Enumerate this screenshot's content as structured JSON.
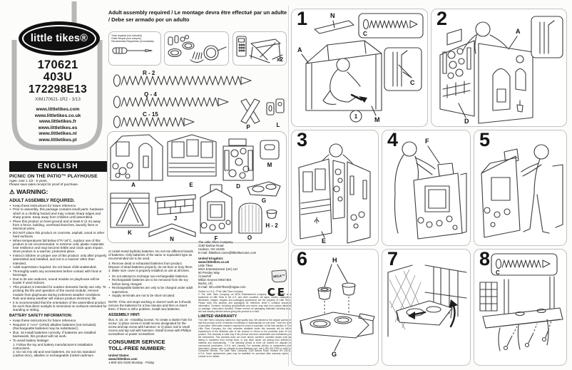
{
  "brand": {
    "logo": "little tikes®",
    "models": [
      "170621",
      "403U",
      "172298E13"
    ],
    "revision": "XIM170621-1R2 - 3/13",
    "websites": [
      "www.littletikes.com",
      "www.littletikes.co.uk",
      "www.littletikes.fr",
      "www.littletikes.es",
      "www.littletikes.nl",
      "www.littletikes.pl"
    ]
  },
  "assembly_header": "Adult assembly required / Le montage devra être effectué par un adulte / Debe ser armado por un adulto",
  "tools_box": {
    "lines": [
      "Tools required (not included)",
      "Outils Requis (non compris)",
      "Herramientas Requeridas (no incluidas)"
    ]
  },
  "table_box": {
    "qty": "x2"
  },
  "hardware": {
    "r": "R - 2",
    "q": "Q - 4",
    "c": "C - 15",
    "p": "P",
    "l": "L"
  },
  "parts": {
    "a": "A",
    "e": "E",
    "d": "D",
    "m": "M",
    "k": "K",
    "j": "J",
    "n": "N",
    "f": "F",
    "g": "G",
    "o": "O",
    "h2": "H - 2"
  },
  "english": {
    "banner": "ENGLISH",
    "product_title": "PICNIC ON THE PATIO™ PLAYHOUSE",
    "ages": "Ages: over 1 1/2 - 5 years.",
    "receipt": "Please save sales receipt for proof of purchase.",
    "warning_icon": "⚠",
    "warning": "WARNING:",
    "adult_req": "ADULT ASSEMBLY REQUIRED.",
    "bullets": [
      "Keep these instructions for future reference.",
      "Prior to assembly, this package contains small parts: hardware which is a choking hazard and may contain sharp edges and sharp points. Keep away from children until assembled.",
      "Place this product on level ground and at least 6' (2 m) away from a fence, building, overhead branches, laundry lines or electrical wires.",
      "DO NOT place this product on concrete, asphalt, wood or other hard surfaces.",
      "When temperatures fall below 0°F/-18°C, outdoor use of this product is not recommended. In extreme cold, plastic materials lose resilience and may become brittle and crack upon impact. Store product in a warmer, protected place.",
      "Instruct children on proper use of this product: only after properly assembled and installed, and not in a manner other than intended.",
      "Adult supervision required. Do not leave child unattended.",
      "Thoroughly wash any accessories before contact with food or beverage.",
      "Due to its use outdoors, sound module on playhouse will be louder if used indoors.",
      "This product is intended for outdoor domestic family use only. To prolong the life and operation of the sound module, remove module from playhouse during inclement weather conditions. Rain and damp weather will reduce product electronic life.",
      "It is recommended that the orientation of the assembled product be such that direct sunlight is minimized on surfaces intended for standing or sitting."
    ],
    "battery_title": "BATTERY SAFETY INFORMATION:",
    "battery_bullets": [
      "Keep these instructions for future reference.",
      "Requires 3 \"AAA\" (LR03) alkaline batteries (not included). (Rechargeable batteries may be substituted.)",
      "Illus. 16 Install batteries correctly. If batteries are installed backwards, this product will not work.",
      "To avoid battery leakage:"
    ],
    "battery_numbered": [
      "1. Follow the toy and battery manufacturer's installation instructions.",
      "2. Do not mix old and new batteries. Do not mix standard (carbon-zinc), alkaline or rechargeable (nickel-cadmium"
    ]
  },
  "col2": {
    "battery_cont": "or nickel-metal hydride) batteries. Do not mix different brands of batteries. Only batteries of the same or equivalent type as recommended are to be used.",
    "battery_steps": [
      "3. Remove dead or exhausted batteries from product. Dispose of dead batteries properly; do not burn or bury them.",
      "4. Make sure cover is properly installed on unit at all times."
    ],
    "battery_bullets": [
      "Do not attempt to recharge non-rechargeable batteries.",
      "Rechargeable batteries are to be removed from the toy before being charged.",
      "Rechargeable batteries are only to be charged under adult supervision.",
      "Supply terminals are not to be short-circuited."
    ],
    "note": "NOTE: If the unit stops working or doesn't work as it should, remove the batteries for a few minutes and then re-insert them. If there is still a problem, install new batteries.",
    "hint_title": "ASSEMBLY HINT:",
    "hint_body": "Illus. 8, 15, 16 - Installing screws. To create a starter hole for screw: 1) place screw in small recess designated for the screw and tap screw with hammer; or 2) place nail in small recess and tap nail with hammer. Install screws with Phillips screwdriver or power screwdriver.",
    "service_title1": "CONSUMER SERVICE",
    "service_title2": "TOLL-FREE NUMBER:",
    "us_label": "United States:",
    "us_site": "www.littletikes.com",
    "us_phone": "1-800-321-0183  Monday - Friday"
  },
  "col3": {
    "us_company": [
      "The Little Tikes Company",
      "2180 Barlow Road",
      "Hudson, OH 44236",
      "E-mail: littletikes.cares@littletikescare.com"
    ],
    "uk_heading": "United Kingdom:",
    "uk_site": "www.littletikes.co.uk",
    "uk_lines": [
      "Little Tikes",
      "MGA Entertainment (UK) Ltd",
      "50 Presley Way",
      "Crownhill",
      "Milton Keynes MK8 0ES",
      "Bucks, UK",
      "E-mail: Info.LittleTikes@mgae.com"
    ],
    "mga_badge": "MGA™",
    "ce_mark": "CE",
    "printed_line": "Printed in U.S.A. ©The Little Tikes Company",
    "legal": "© The Little Tikes Company, an MGA Entertainment company. LITTLE TIKES® is a trademark of Little Tikes in the U.S. and other countries. All logos, names, characters, likenesses, images, slogans and packaging appearance are the property of Little Tikes. Please keep this address and packaging for reference since it contains important information. Contents, including specifications and colors, may vary from photos depicted on package. Instructions included. Please remove all packaging materials including tags, ties and backing stitches before giving this product to a child.",
    "warranty_title": "LIMITED WARRANTY",
    "warranty_body": "The Little Tikes Company makes fun, high quality toys. We warrant to the original purchaser that this product is free of defects in materials or workmanship for one year * from the date of purchase. Valid sales receipt is required for proof of purchase. At the sole election of The Little Tikes Company, the only remedies available under this warranty will be either replacement of the defective part of the product or refund of the purchase price of the product. This warranty is valid only if the product has been assembled and maintained per the instructions. This warranty does not cover abuse, accident, cosmetic issues such as fading or scratches from normal wear, or any other cause not arising from defects in material and workmanship. * The warranty period is three (3) months for daycare or commercial purchasers. U.S.A. and Canada: For warranty service or replacement part information, please visit our website at www.littletikes.com, call 1-800-321-0183 or write to: Consumer Service, The Little Tikes Company, 2180 Barlow Road, Hudson OH 44236, U.S.A. Some replacement parts may be available for purchase after warranty expires - contact us for details."
  },
  "steps": {
    "s1": {
      "num": "1",
      "n": "N",
      "a": "A",
      "m": "M",
      "c1": "C",
      "c2": "C",
      "circ": "1"
    },
    "s2": {
      "num": "2",
      "a": "A",
      "d": "D"
    },
    "s3": {
      "num": "3",
      "e": "E"
    },
    "s4": {
      "num": "4",
      "f": "F"
    },
    "s5": {
      "num": "5"
    },
    "s6": {
      "num": "6",
      "h": "H",
      "g": "G"
    },
    "s7": {
      "num": "7"
    },
    "s8": {
      "num": "8",
      "c": "C"
    }
  }
}
